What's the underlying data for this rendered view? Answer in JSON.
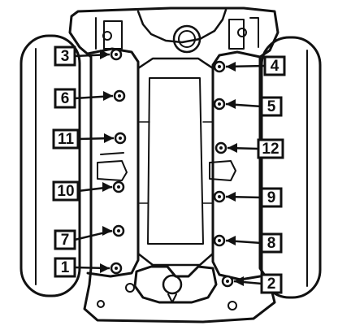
{
  "callouts": [
    {
      "id": "1",
      "side": "left"
    },
    {
      "id": "2",
      "side": "right"
    },
    {
      "id": "3",
      "side": "left"
    },
    {
      "id": "4",
      "side": "right"
    },
    {
      "id": "5",
      "side": "right"
    },
    {
      "id": "6",
      "side": "left"
    },
    {
      "id": "7",
      "side": "left"
    },
    {
      "id": "8",
      "side": "right"
    },
    {
      "id": "9",
      "side": "right"
    },
    {
      "id": "10",
      "side": "left"
    },
    {
      "id": "11",
      "side": "left"
    },
    {
      "id": "12",
      "side": "right"
    }
  ],
  "colors": {
    "ink": "#111111",
    "paper": "#ffffff"
  }
}
